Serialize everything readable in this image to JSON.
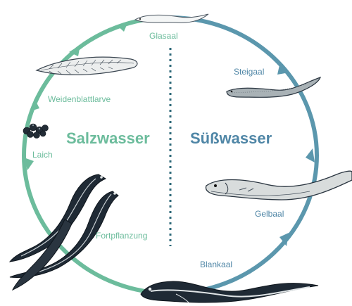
{
  "regions": {
    "salt": "Salzwasser",
    "fresh": "Süßwasser"
  },
  "stages": {
    "glasaal": "Glasaal",
    "steigaal": "Steigaal",
    "gelbaal": "Gelbaal",
    "blankaal": "Blankaal",
    "fortpflanzung": "Fortpflanzung",
    "laich": "Laich",
    "weidenblattlarve": "Weidenblattlarve"
  },
  "colors": {
    "salt_green": "#6cbc9c",
    "fresh_blue": "#4f86a6",
    "divider": "#2f6a7a",
    "eel_dark": "#1f2a35"
  }
}
